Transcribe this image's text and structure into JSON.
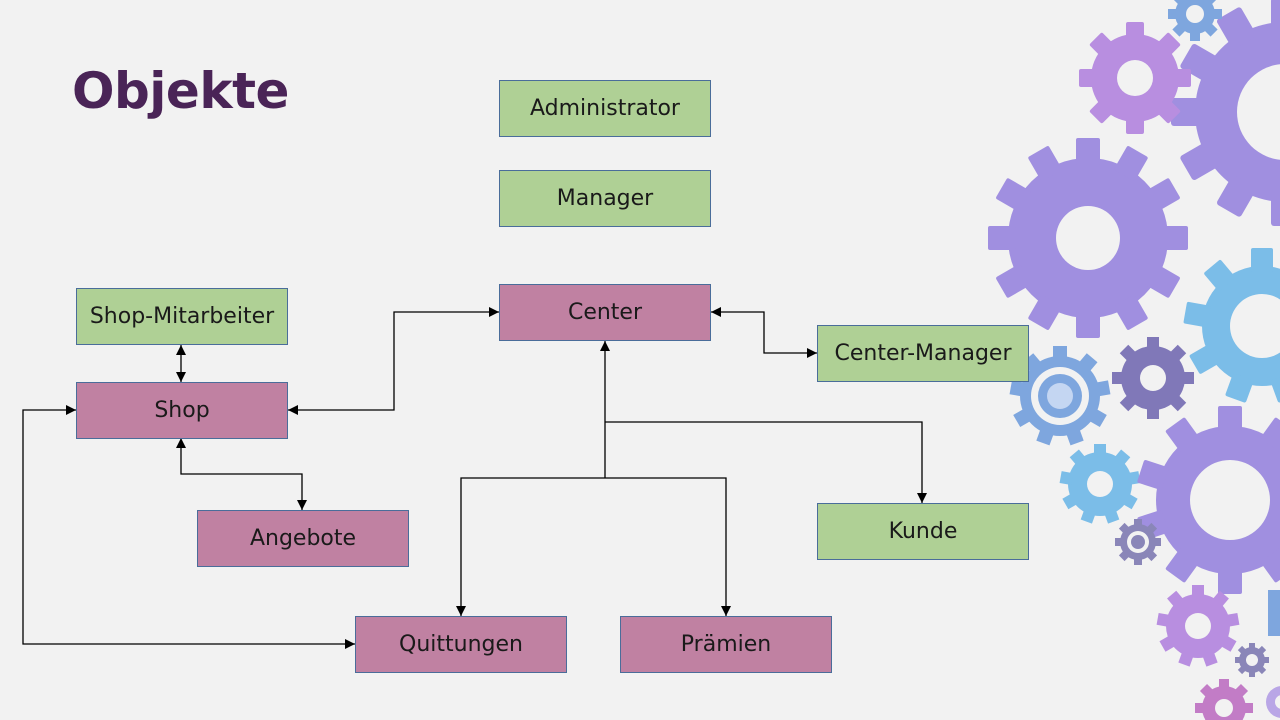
{
  "title": "Objekte",
  "colors": {
    "title": "#4a2457",
    "background": "#f2f2f2",
    "green_node": "#afd095",
    "pink_node": "#c081a2",
    "node_border": "#4a6d9a",
    "connector": "#000000",
    "gear_purple": "#a08fe0",
    "gear_violet": "#b88ee0",
    "gear_blue": "#7bbde8",
    "gear_gray_violet": "#8078b8"
  },
  "nodes": {
    "administrator": "Administrator",
    "manager": "Manager",
    "center": "Center",
    "center_manager": "Center-Manager",
    "shop_mitarbeiter": "Shop-Mitarbeiter",
    "shop": "Shop",
    "angebote": "Angebote",
    "kunde": "Kunde",
    "quittungen": "Quittungen",
    "praemien": "Prämien"
  },
  "decoration": "gear-cluster"
}
